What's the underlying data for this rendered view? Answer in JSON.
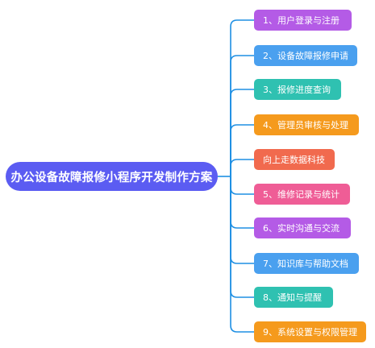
{
  "root": {
    "label": "办公设备故障报修小程序开发制作方案",
    "color": "#5b5cf2"
  },
  "connector_color": "#1e8fe3",
  "branches": [
    {
      "label": "1、用户登录与注册",
      "color": "#b45be6"
    },
    {
      "label": "2、设备故障报修申请",
      "color": "#4aa0ef"
    },
    {
      "label": "3、报修进度查询",
      "color": "#2fc1b1"
    },
    {
      "label": "4、管理员审核与处理",
      "color": "#f59a1d"
    },
    {
      "label": "向上走数据科技",
      "color": "#f16a4e"
    },
    {
      "label": "5、维修记录与统计",
      "color": "#ef5d96"
    },
    {
      "label": "6、实时沟通与交流",
      "color": "#b45be6"
    },
    {
      "label": "7、知识库与帮助文档",
      "color": "#4aa0ef"
    },
    {
      "label": "8、通知与提醒",
      "color": "#2fc1b1"
    },
    {
      "label": "9、系统设置与权限管理",
      "color": "#f59a1d"
    }
  ]
}
